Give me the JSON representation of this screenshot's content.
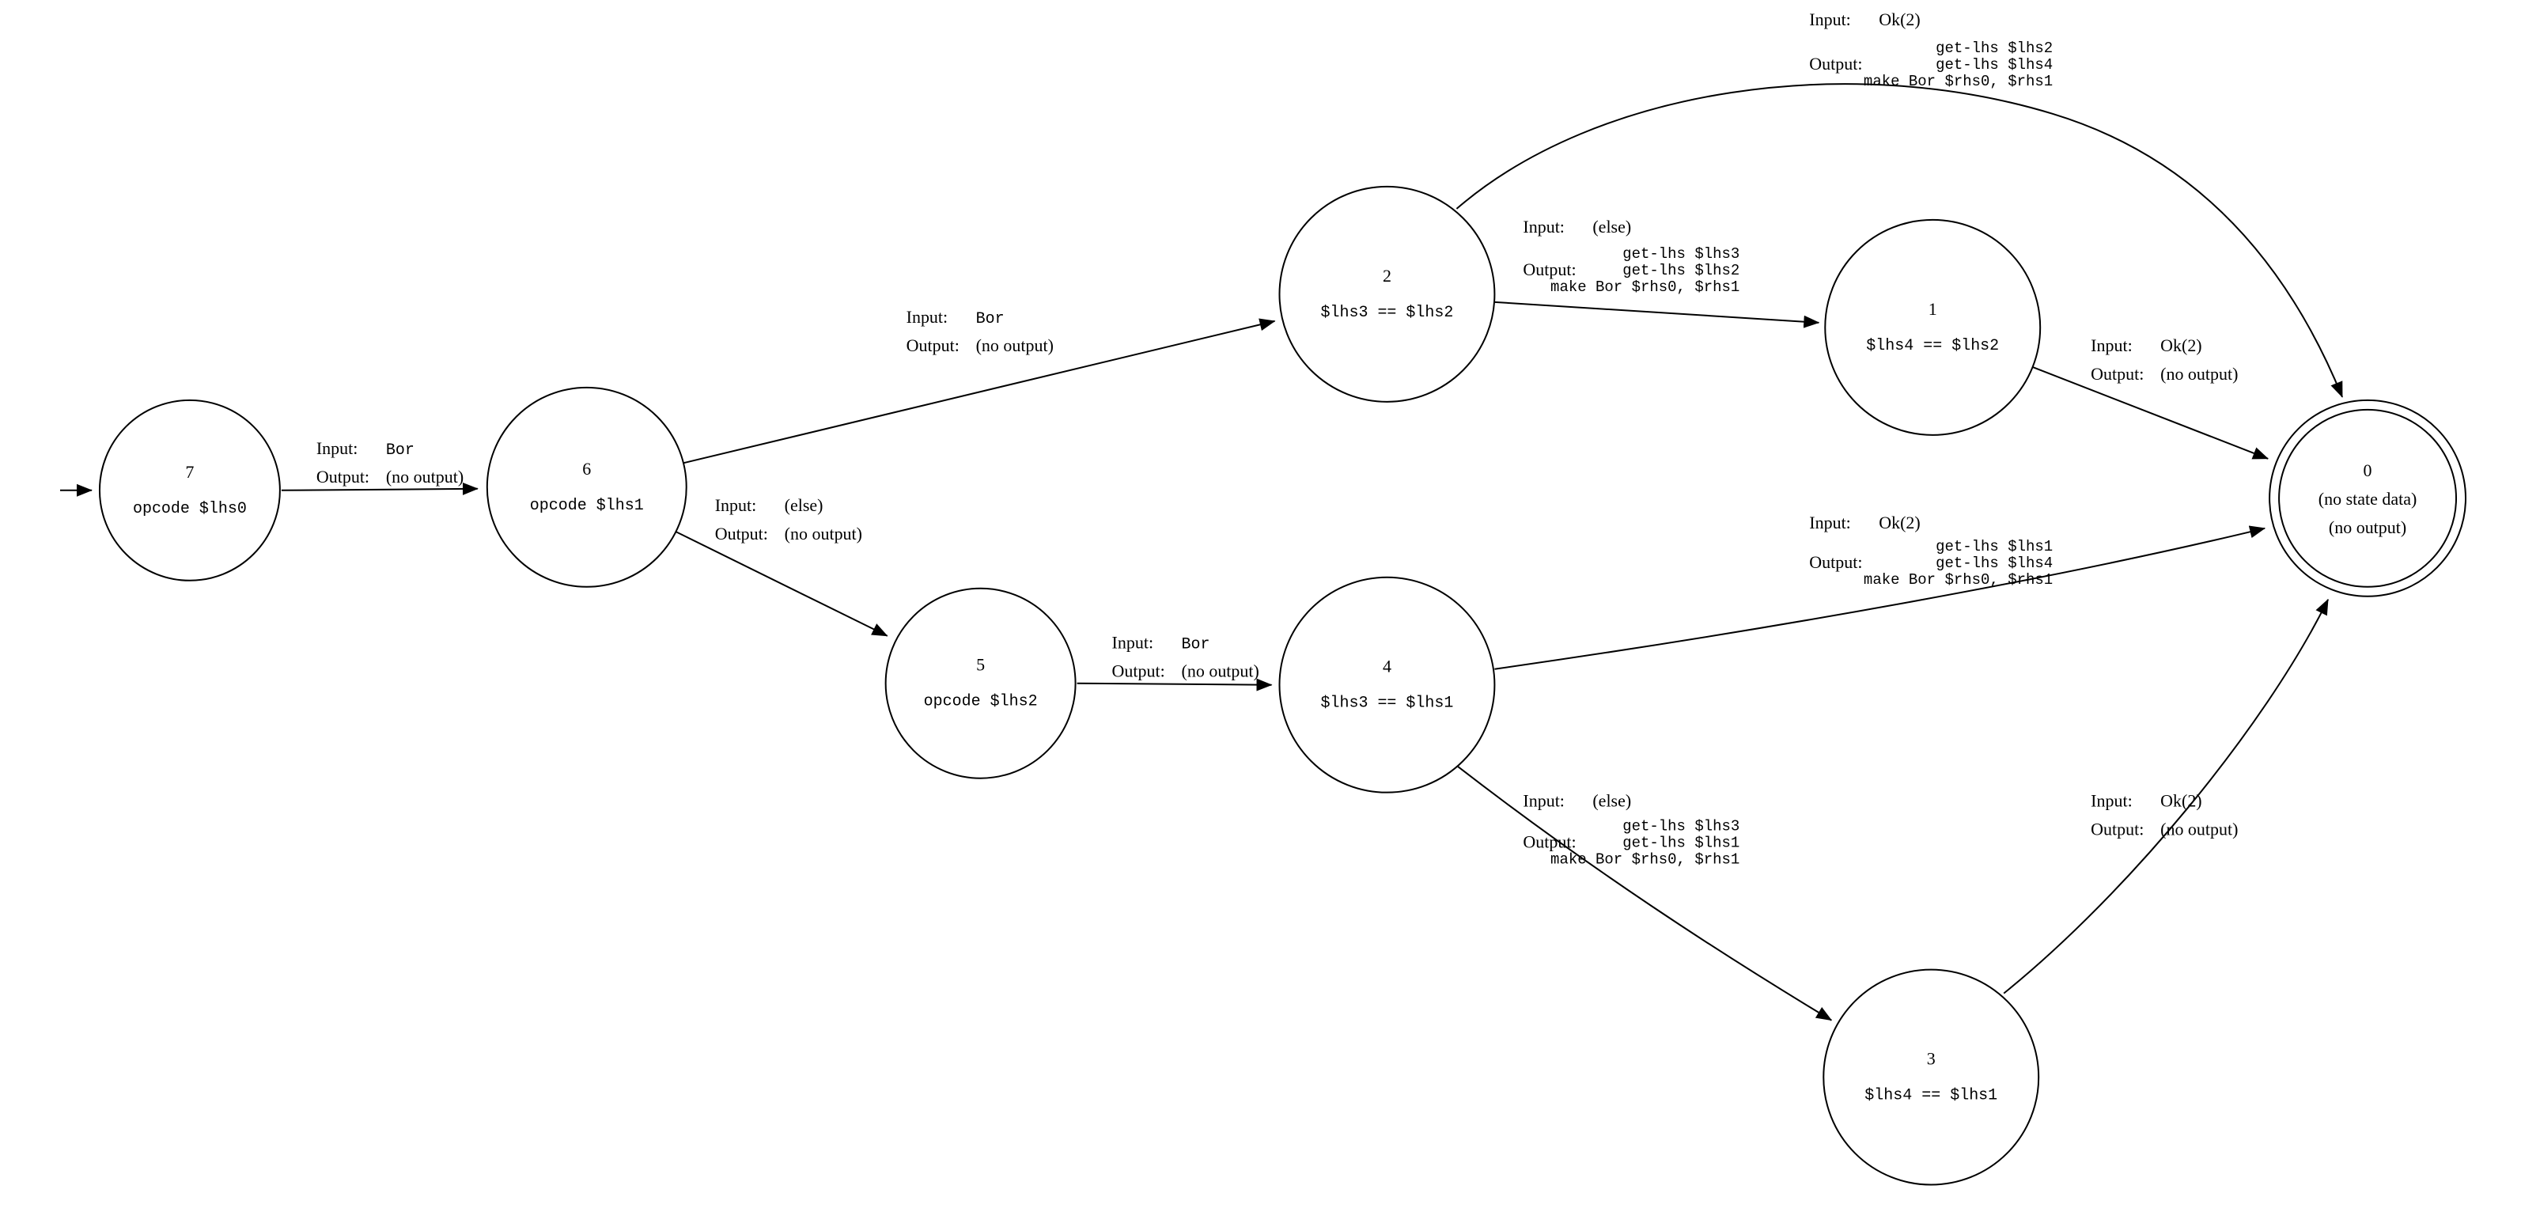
{
  "diagram_type": "finite-state-machine",
  "colors": {
    "background": "#ffffff",
    "stroke": "#000000",
    "text": "#000000"
  },
  "labels": {
    "input": "Input:",
    "output": "Output:"
  },
  "states": {
    "s7": {
      "id": "7",
      "data": "opcode $lhs0",
      "start": true
    },
    "s6": {
      "id": "6",
      "data": "opcode $lhs1"
    },
    "s5": {
      "id": "5",
      "data": "opcode $lhs2"
    },
    "s4": {
      "id": "4",
      "data": "$lhs3 == $lhs1"
    },
    "s3": {
      "id": "3",
      "data": "$lhs4 == $lhs1"
    },
    "s2": {
      "id": "2",
      "data": "$lhs3 == $lhs2"
    },
    "s1": {
      "id": "1",
      "data": "$lhs4 == $lhs2"
    },
    "s0": {
      "id": "0",
      "data_line1": "(no state data)",
      "data_line2": "(no output)",
      "accepting": true
    }
  },
  "edges": {
    "e7_6": {
      "from": "7",
      "to": "6",
      "input": "Bor",
      "output": "(no output)"
    },
    "e6_2": {
      "from": "6",
      "to": "2",
      "input": "Bor",
      "output": "(no output)"
    },
    "e6_5": {
      "from": "6",
      "to": "5",
      "input": "(else)",
      "output": "(no output)"
    },
    "e5_4": {
      "from": "5",
      "to": "4",
      "input": "Bor",
      "output": "(no output)"
    },
    "e2_0": {
      "from": "2",
      "to": "0",
      "input": "Ok(2)",
      "output_lines": [
        "get-lhs $lhs2",
        "get-lhs $lhs4",
        "make Bor $rhs0, $rhs1"
      ]
    },
    "e2_1": {
      "from": "2",
      "to": "1",
      "input": "(else)",
      "output_lines": [
        "get-lhs $lhs3",
        "get-lhs $lhs2",
        "make Bor $rhs0, $rhs1"
      ]
    },
    "e1_0": {
      "from": "1",
      "to": "0",
      "input": "Ok(2)",
      "output": "(no output)"
    },
    "e4_0": {
      "from": "4",
      "to": "0",
      "input": "Ok(2)",
      "output_lines": [
        "get-lhs $lhs1",
        "get-lhs $lhs4",
        "make Bor $rhs0, $rhs1"
      ]
    },
    "e4_3": {
      "from": "4",
      "to": "3",
      "input": "(else)",
      "output_lines": [
        "get-lhs $lhs3",
        "get-lhs $lhs1",
        "make Bor $rhs0, $rhs1"
      ]
    },
    "e3_0": {
      "from": "3",
      "to": "0",
      "input": "Ok(2)",
      "output": "(no output)"
    }
  }
}
